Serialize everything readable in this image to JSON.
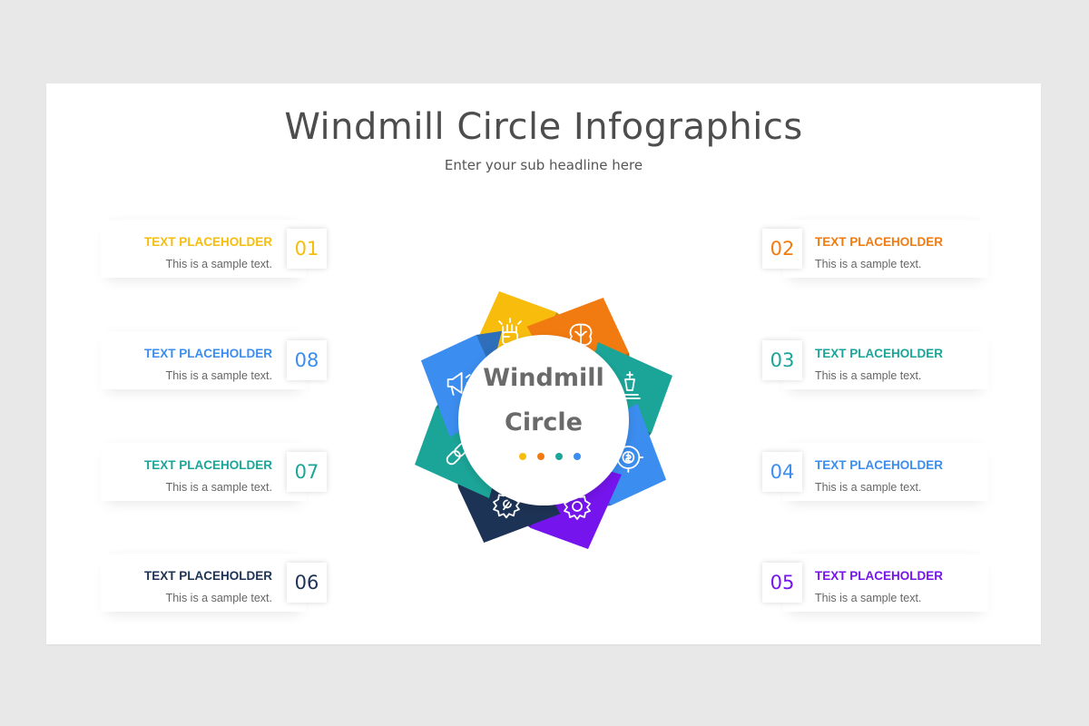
{
  "title": "Windmill Circle Infographics",
  "subtitle": "Enter your sub headline here",
  "center": {
    "line1": "Windmill",
    "line2": "Circle"
  },
  "items": [
    {
      "num": "01",
      "heading": "TEXT PLACEHOLDER",
      "text": "This is a sample text.",
      "color": "#f8bd0c",
      "icon": "fist-icon"
    },
    {
      "num": "02",
      "heading": "TEXT PLACEHOLDER",
      "text": "This is a sample text.",
      "color": "#f27b11",
      "icon": "brain-icon"
    },
    {
      "num": "03",
      "heading": "TEXT PLACEHOLDER",
      "text": "This is a sample text.",
      "color": "#1ba598",
      "icon": "chess-king-icon"
    },
    {
      "num": "04",
      "heading": "TEXT PLACEHOLDER",
      "text": "This is a sample text.",
      "color": "#3b8def",
      "icon": "dollar-cycle-icon"
    },
    {
      "num": "05",
      "heading": "TEXT PLACEHOLDER",
      "text": "This is a sample text.",
      "color": "#7514ec",
      "icon": "gear-icon"
    },
    {
      "num": "06",
      "heading": "TEXT PLACEHOLDER",
      "text": "This is a sample text.",
      "color": "#1d3355",
      "icon": "wrench-gear-icon"
    },
    {
      "num": "07",
      "heading": "TEXT PLACEHOLDER",
      "text": "This is a sample text.",
      "color": "#1ba598",
      "icon": "link-icon"
    },
    {
      "num": "08",
      "heading": "TEXT PLACEHOLDER",
      "text": "This is a sample text.",
      "color": "#3b8def",
      "icon": "megaphone-icon"
    }
  ],
  "dots": [
    "#f8bd0c",
    "#f27b11",
    "#1ba598",
    "#3b8def"
  ]
}
